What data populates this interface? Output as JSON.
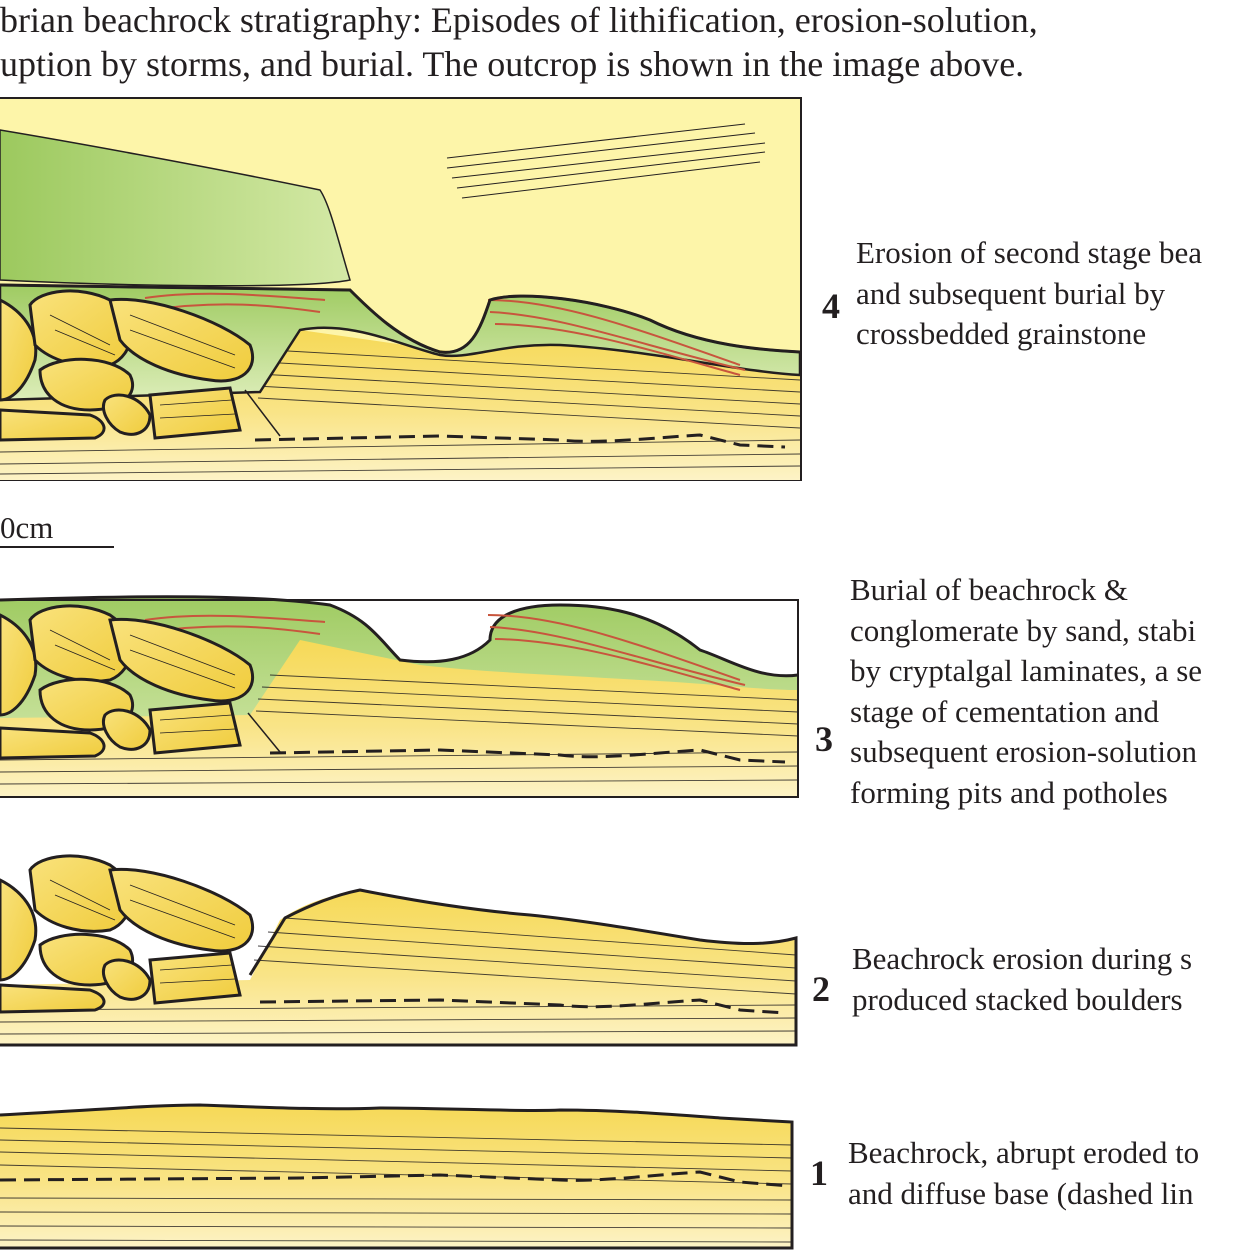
{
  "caption": {
    "line1": "brian beachrock stratigraphy: Episodes of lithification, erosion-solution,",
    "line2": "uption by storms, and burial. The outcrop is shown in the image above."
  },
  "scale_bar": {
    "label": "0cm"
  },
  "stages": [
    {
      "number": "4",
      "lines": [
        "Erosion of second stage bea",
        "and subsequent burial by",
        "crossbedded grainstone"
      ]
    },
    {
      "number": "3",
      "lines": [
        "Burial of beachrock &",
        "conglomerate by sand, stabi",
        "by cryptalgal laminates, a se",
        "stage of cementation and",
        "subsequent erosion-solution",
        "forming pits and potholes"
      ]
    },
    {
      "number": "2",
      "lines": [
        "Beachrock erosion during s",
        "produced stacked boulders"
      ]
    },
    {
      "number": "1",
      "lines": [
        "Beachrock, abrupt eroded to",
        "and diffuse base (dashed lin"
      ]
    }
  ],
  "colors": {
    "sand_yellow": "#f6d957",
    "sand_light": "#fbeeb0",
    "background_yellow": "#fdf5a9",
    "algal_green": "#a6cf6a",
    "algal_light": "#d6eab0",
    "outline": "#231f20",
    "laminate_red": "#c8553d"
  }
}
